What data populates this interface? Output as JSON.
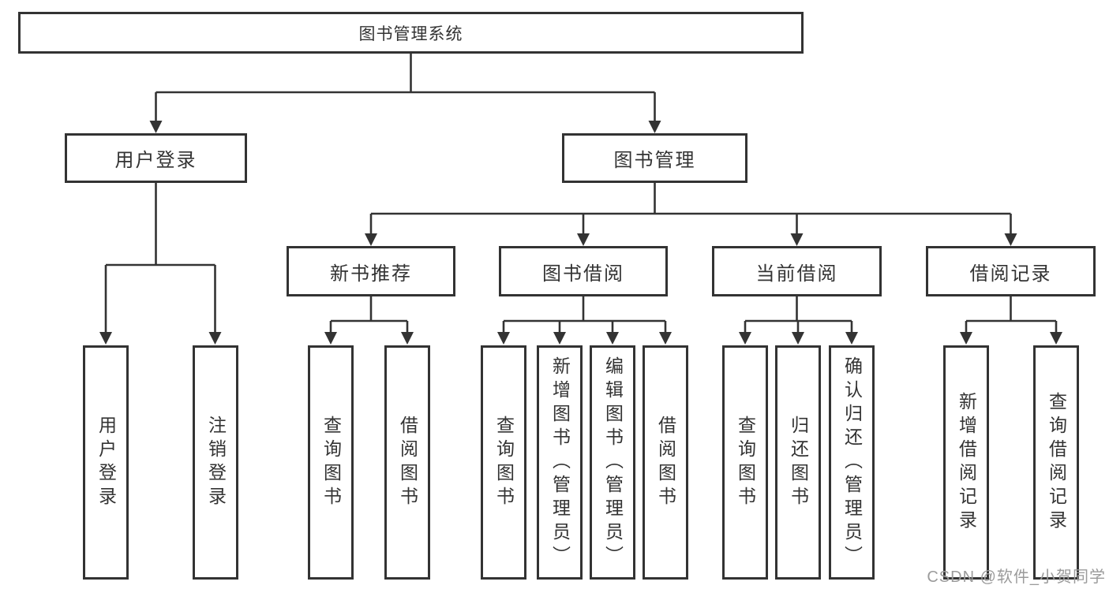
{
  "diagram": {
    "title": "图书管理系统",
    "level2": {
      "user_login": "用户登录",
      "book_mgmt": "图书管理"
    },
    "level3": {
      "new_books": "新书推荐",
      "book_borrow": "图书借阅",
      "current_borrow": "当前借阅",
      "borrow_records": "借阅记录"
    },
    "leaves": {
      "user_login": [
        "用户登录",
        "注销登录"
      ],
      "new_books": [
        "查询图书",
        "借阅图书"
      ],
      "book_borrow": [
        "查询图书",
        "新增图书（管理员）",
        "编辑图书（管理员）",
        "借阅图书"
      ],
      "current_borrow": [
        "查询图书",
        "归还图书",
        "确认归还（管理员）"
      ],
      "borrow_records": [
        "新增借阅记录",
        "查询借阅记录"
      ]
    }
  },
  "watermark": "CSDN @软件_小贺同学",
  "colors": {
    "line": "#333333",
    "box_border": "#333333",
    "text": "#333333",
    "watermark": "#9b9b9b",
    "background": "#ffffff"
  }
}
